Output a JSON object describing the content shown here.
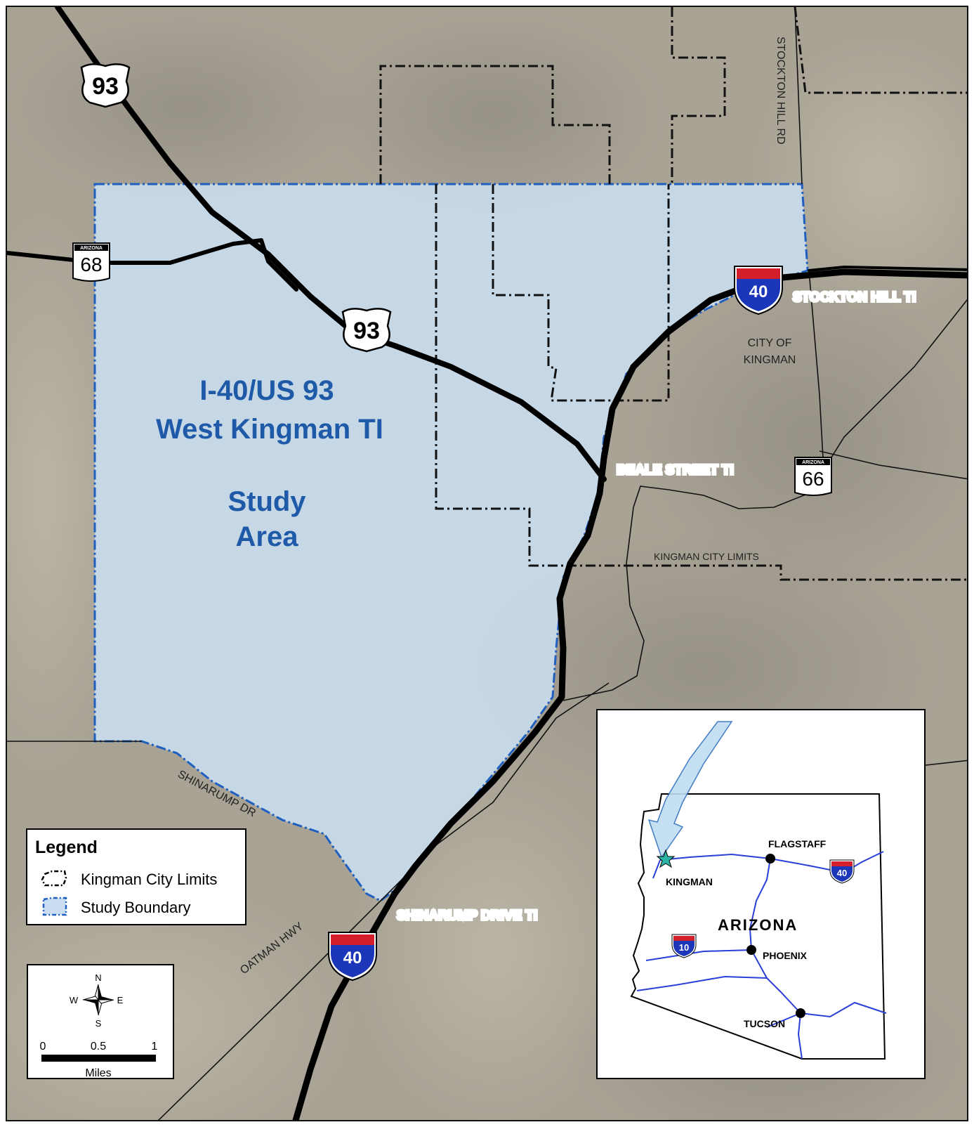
{
  "map": {
    "title_lines": [
      "I-40/US 93",
      "West Kingman TI"
    ],
    "subtitle_lines": [
      "Study",
      "Area"
    ],
    "interchanges": {
      "stockton_hill": "STOCKTON HILL TI",
      "beale_street": "BEALE STREET TI",
      "shinarump_drive": "SHINARUMP DRIVE TI"
    },
    "place_labels": {
      "city_line1": "CITY OF",
      "city_line2": "KINGMAN",
      "city_limits": "KINGMAN CITY LIMITS",
      "stockton_hill_rd": "STOCKTON HILL RD",
      "shinarump_dr": "SHINARUMP DR",
      "oatman_hwy": "OATMAN HWY"
    },
    "shields": {
      "us93": "93",
      "az68": "68",
      "az66": "66",
      "i40": "40",
      "az_shield_header": "ARIZONA"
    },
    "colors": {
      "study_fill": "#c9def0",
      "study_border": "#1f5fbf",
      "title_text": "#1f5aa8",
      "imagery": "#a9a396",
      "road": "#000000"
    }
  },
  "legend": {
    "title": "Legend",
    "items": [
      {
        "label": "Kingman City Limits"
      },
      {
        "label": "Study Boundary"
      }
    ]
  },
  "scale": {
    "compass": {
      "n": "N",
      "s": "S",
      "e": "E",
      "w": "W"
    },
    "ticks": [
      "0",
      "0.5",
      "1"
    ],
    "unit": "Miles"
  },
  "inset": {
    "state": "ARIZONA",
    "cities": [
      "FLAGSTAFF",
      "KINGMAN",
      "PHOENIX",
      "TUCSON"
    ],
    "shields": [
      "40",
      "10"
    ]
  }
}
